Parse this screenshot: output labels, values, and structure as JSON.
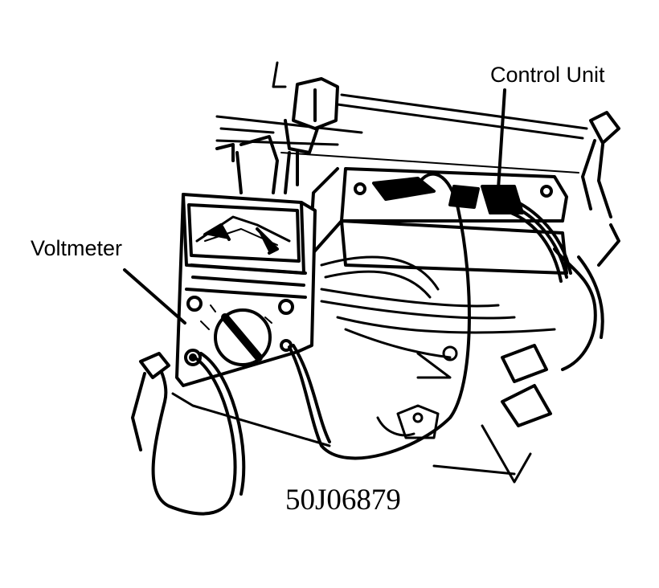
{
  "labels": {
    "control_unit": "Control Unit",
    "voltmeter": "Voltmeter"
  },
  "figure_code": "50J06879",
  "colors": {
    "ink": "#000000",
    "paper": "#ffffff"
  }
}
